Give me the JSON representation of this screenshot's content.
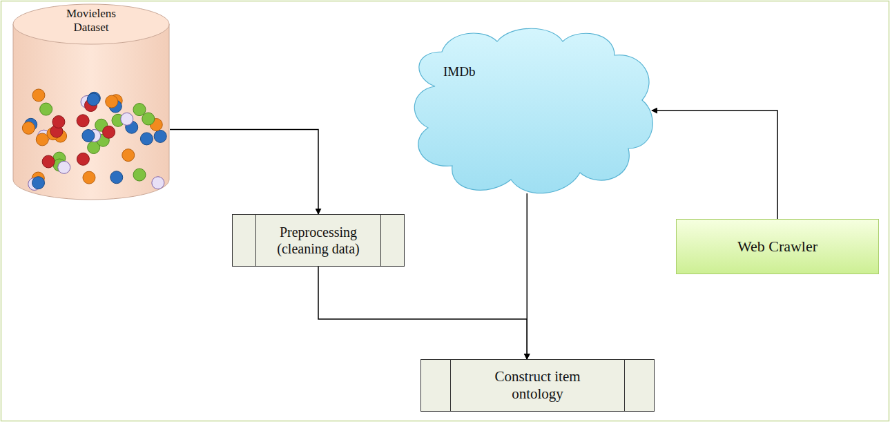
{
  "diagram": {
    "nodes": [
      {
        "text": [
          "Movielens Dataset"
        ]
      },
      {
        "text": [
          "IMDb"
        ]
      },
      {
        "text": [
          "Preprocessing (cleaning data)"
        ]
      },
      {
        "text": [
          "Web Crawler"
        ]
      },
      {
        "text": [
          "Construct item ontology"
        ]
      }
    ],
    "edges": [
      {
        "from": 0,
        "to": 2,
        "arrow": "to"
      },
      {
        "from": 3,
        "to": 1,
        "arrow": "to"
      },
      {
        "from": 2,
        "to": 4,
        "arrow": "to"
      },
      {
        "from": 1,
        "to": 4,
        "arrow": "to"
      }
    ]
  }
}
